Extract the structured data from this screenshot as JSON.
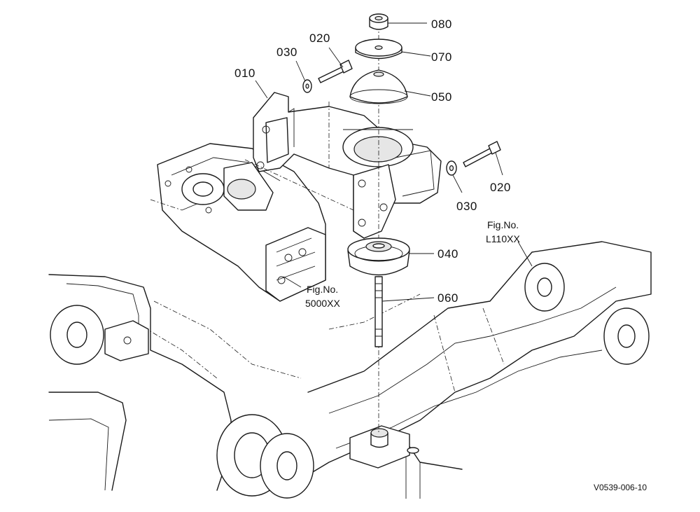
{
  "diagram": {
    "part_labels": [
      "080",
      "070",
      "050",
      "020",
      "030",
      "010",
      "020",
      "030",
      "040",
      "060"
    ],
    "fig_refs": [
      {
        "title": "Fig.No.",
        "code": "5000XX"
      },
      {
        "title": "Fig.No.",
        "code": "L110XX"
      }
    ],
    "drawing_id": "V0539-006-10"
  }
}
